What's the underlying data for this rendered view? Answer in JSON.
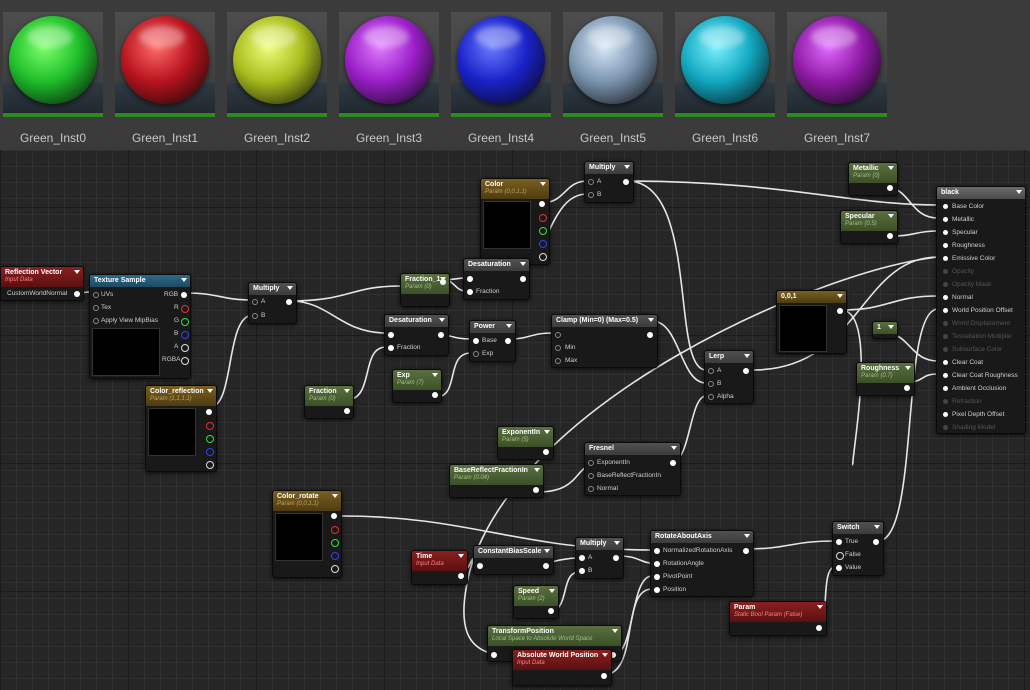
{
  "thumbnails": [
    {
      "label": "Green_Inst0",
      "color": "#1fbf2a",
      "hi": "#7dff6a"
    },
    {
      "label": "Green_Inst1",
      "color": "#b8141e",
      "hi": "#ff6a6a"
    },
    {
      "label": "Green_Inst2",
      "color": "#a8bc1e",
      "hi": "#f0ff7a"
    },
    {
      "label": "Green_Inst3",
      "color": "#9a1ec8",
      "hi": "#e07aff"
    },
    {
      "label": "Green_Inst4",
      "color": "#1a22c8",
      "hi": "#6a7aff"
    },
    {
      "label": "Green_Inst5",
      "color": "#7b95b0",
      "hi": "#d8e8f8"
    },
    {
      "label": "Green_Inst6",
      "color": "#12a8c0",
      "hi": "#7af0ff"
    },
    {
      "label": "Green_Inst7",
      "color": "#8e1aa4",
      "hi": "#e06aff"
    }
  ],
  "nodes": {
    "reflection_vector": {
      "title": "Reflection Vector",
      "subtitle": "Input Data",
      "pin": "CustomWorldNormal"
    },
    "texture_sample": {
      "title": "Texture Sample",
      "inputs": [
        "UVs",
        "Tex",
        "Apply View MipBias"
      ],
      "outputs": [
        "RGB",
        "R",
        "G",
        "B",
        "A",
        "RGBA"
      ]
    },
    "multiply_1": {
      "title": "Multiply",
      "inputs": [
        "A",
        "B"
      ]
    },
    "color_reflection": {
      "title": "Color_reflection",
      "subtitle": "Param (1,1,1,1)"
    },
    "fraction_1": {
      "title": "Fraction_1",
      "subtitle": "Param (0)"
    },
    "color": {
      "title": "Color",
      "subtitle": "Param (0,0,1,1)"
    },
    "desaturation_1": {
      "title": "Desaturation",
      "inputs": [
        "",
        "Fraction"
      ]
    },
    "multiply_2": {
      "title": "Multiply",
      "inputs": [
        "A",
        "B"
      ]
    },
    "desaturation_2": {
      "title": "Desaturation",
      "inputs": [
        "",
        "Fraction"
      ]
    },
    "power": {
      "title": "Power",
      "inputs": [
        "Base",
        "Exp"
      ]
    },
    "clamp": {
      "title": "Clamp (Min=0) (Max=0.5)",
      "inputs": [
        "",
        "Min",
        "Max"
      ]
    },
    "fraction": {
      "title": "Fraction",
      "subtitle": "Param (0)"
    },
    "exp": {
      "title": "Exp",
      "subtitle": "Param (7)"
    },
    "lerp": {
      "title": "Lerp",
      "inputs": [
        "A",
        "B",
        "Alpha"
      ]
    },
    "metallic": {
      "title": "Metallic",
      "subtitle": "Param (0)"
    },
    "specular": {
      "title": "Specular",
      "subtitle": "Param (0.5)"
    },
    "const_001": {
      "title": "0,0,1"
    },
    "const_1": {
      "title": "1"
    },
    "roughness": {
      "title": "Roughness",
      "subtitle": "Param (0.7)"
    },
    "exponentin": {
      "title": "ExponentIn",
      "subtitle": "Param (5)"
    },
    "base_reflect": {
      "title": "BaseReflectFractionIn",
      "subtitle": "Param (0.04)"
    },
    "fresnel": {
      "title": "Fresnel",
      "inputs": [
        "ExponentIn",
        "BaseReflectFractionIn",
        "Normal"
      ]
    },
    "color_rotate": {
      "title": "Color_rotate",
      "subtitle": "Param (0,0,1,1)"
    },
    "time": {
      "title": "Time",
      "subtitle": "Input Data"
    },
    "constant_bias_scale": {
      "title": "ConstantBiasScale"
    },
    "multiply_3": {
      "title": "Multiply",
      "inputs": [
        "A",
        "B"
      ]
    },
    "rotate_about_axis": {
      "title": "RotateAboutAxis",
      "inputs": [
        "NormalizedRotationAxis",
        "RotationAngle",
        "PivotPoint",
        "Position"
      ]
    },
    "switch": {
      "title": "Switch",
      "inputs": [
        "True",
        "False",
        "Value"
      ]
    },
    "speed": {
      "title": "Speed",
      "subtitle": "Param (2)"
    },
    "param": {
      "title": "Param",
      "subtitle": "Static Bool Param (False)"
    },
    "transform_position": {
      "title": "TransformPosition",
      "subtitle": "Local Space to Absolute World Space"
    },
    "absolute_world_position": {
      "title": "Absolute World Position",
      "subtitle": "Input Data"
    },
    "result": {
      "title": "black",
      "pins": [
        {
          "label": "Base Color",
          "active": true
        },
        {
          "label": "Metallic",
          "active": true
        },
        {
          "label": "Specular",
          "active": true
        },
        {
          "label": "Roughness",
          "active": true
        },
        {
          "label": "Emissive Color",
          "active": true
        },
        {
          "label": "Opacity",
          "active": false
        },
        {
          "label": "Opacity Mask",
          "active": false
        },
        {
          "label": "Normal",
          "active": true
        },
        {
          "label": "World Position Offset",
          "active": true
        },
        {
          "label": "World Displacement",
          "active": false
        },
        {
          "label": "Tessellation Multiplie",
          "active": false
        },
        {
          "label": "Subsurface Color",
          "active": false
        },
        {
          "label": "Clear Coat",
          "active": true
        },
        {
          "label": "Clear Coat Roughness",
          "active": true
        },
        {
          "label": "Ambient Occlusion",
          "active": true
        },
        {
          "label": "Refraction",
          "active": false
        },
        {
          "label": "Pixel Depth Offset",
          "active": true
        },
        {
          "label": "Shading Model",
          "active": false
        }
      ]
    }
  }
}
